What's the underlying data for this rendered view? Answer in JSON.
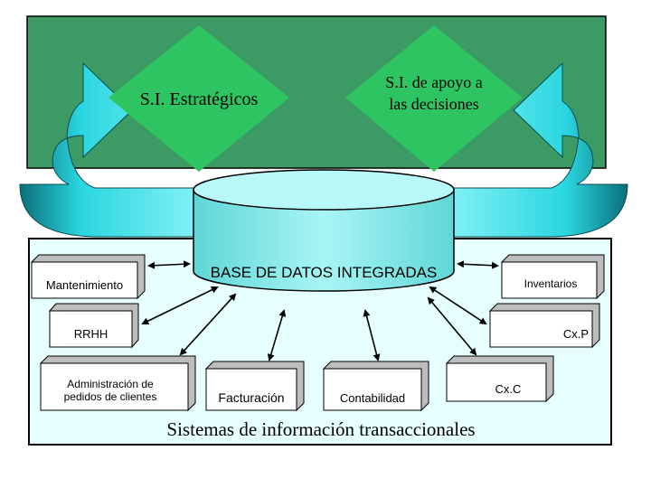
{
  "top_panel": {
    "strategic_label": "S.I. Estratégicos",
    "decision_support_label": "S.I. de apoyo a las decisiones"
  },
  "database": {
    "label": "BASE DE DATOS INTEGRADAS"
  },
  "modules": {
    "mantenimiento": "Mantenimiento",
    "rrhh": "RRHH",
    "administracion": "Administración de pedidos de clientes",
    "facturacion": "Facturación",
    "contabilidad": "Contabilidad",
    "cxc": "Cx.C",
    "cxp": "Cx.P",
    "inventarios": "Inventarios"
  },
  "bottom_panel": {
    "title": "Sistemas de información transaccionales"
  },
  "colors": {
    "top_panel": "#3c9a64",
    "diamond": "#2fc462",
    "bottom_panel": "#e6ffff",
    "cylinder": "#7de8e8",
    "box": "#ffffff",
    "box_shadow": "#bdbdbd",
    "arrow": "#1ab8c4"
  }
}
